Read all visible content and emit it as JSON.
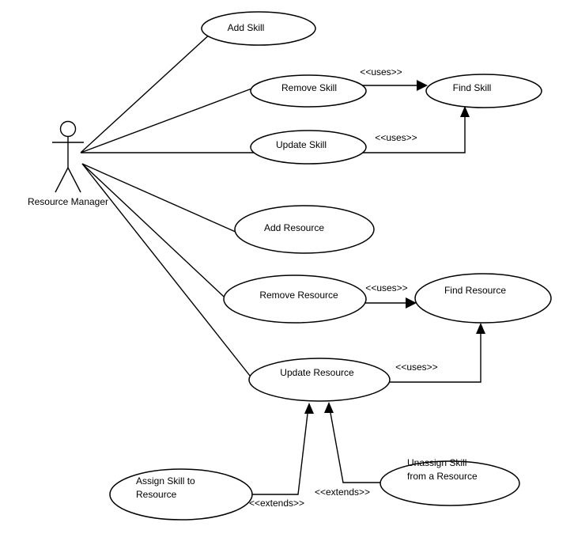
{
  "diagram": {
    "type": "uml-use-case-diagram",
    "background_color": "#ffffff",
    "stroke_color": "#000000",
    "actor": {
      "label": "Resource Manager"
    },
    "use_cases": {
      "add_skill": "Add Skill",
      "remove_skill": "Remove Skill",
      "find_skill": "Find Skill",
      "update_skill": "Update Skill",
      "add_resource": "Add Resource",
      "remove_resource": "Remove Resource",
      "find_resource": "Find Resource",
      "update_resource": "Update Resource",
      "assign_skill": "Assign Skill to\nResource",
      "unassign_skill": "Unassign Skill\nfrom a Resource"
    },
    "stereotypes": {
      "uses": "<<uses>>",
      "extends": "<<extends>>"
    },
    "relationships": [
      {
        "from": "Resource Manager",
        "to": "Add Skill",
        "type": "association"
      },
      {
        "from": "Resource Manager",
        "to": "Remove Skill",
        "type": "association"
      },
      {
        "from": "Resource Manager",
        "to": "Update Skill",
        "type": "association"
      },
      {
        "from": "Resource Manager",
        "to": "Add Resource",
        "type": "association"
      },
      {
        "from": "Resource Manager",
        "to": "Remove Resource",
        "type": "association"
      },
      {
        "from": "Resource Manager",
        "to": "Update Resource",
        "type": "association"
      },
      {
        "from": "Remove Skill",
        "to": "Find Skill",
        "type": "uses"
      },
      {
        "from": "Update Skill",
        "to": "Find Skill",
        "type": "uses"
      },
      {
        "from": "Remove Resource",
        "to": "Find Resource",
        "type": "uses"
      },
      {
        "from": "Update Resource",
        "to": "Find Resource",
        "type": "uses"
      },
      {
        "from": "Assign Skill to Resource",
        "to": "Update Resource",
        "type": "extends"
      },
      {
        "from": "Unassign Skill from a Resource",
        "to": "Update Resource",
        "type": "extends"
      }
    ]
  }
}
